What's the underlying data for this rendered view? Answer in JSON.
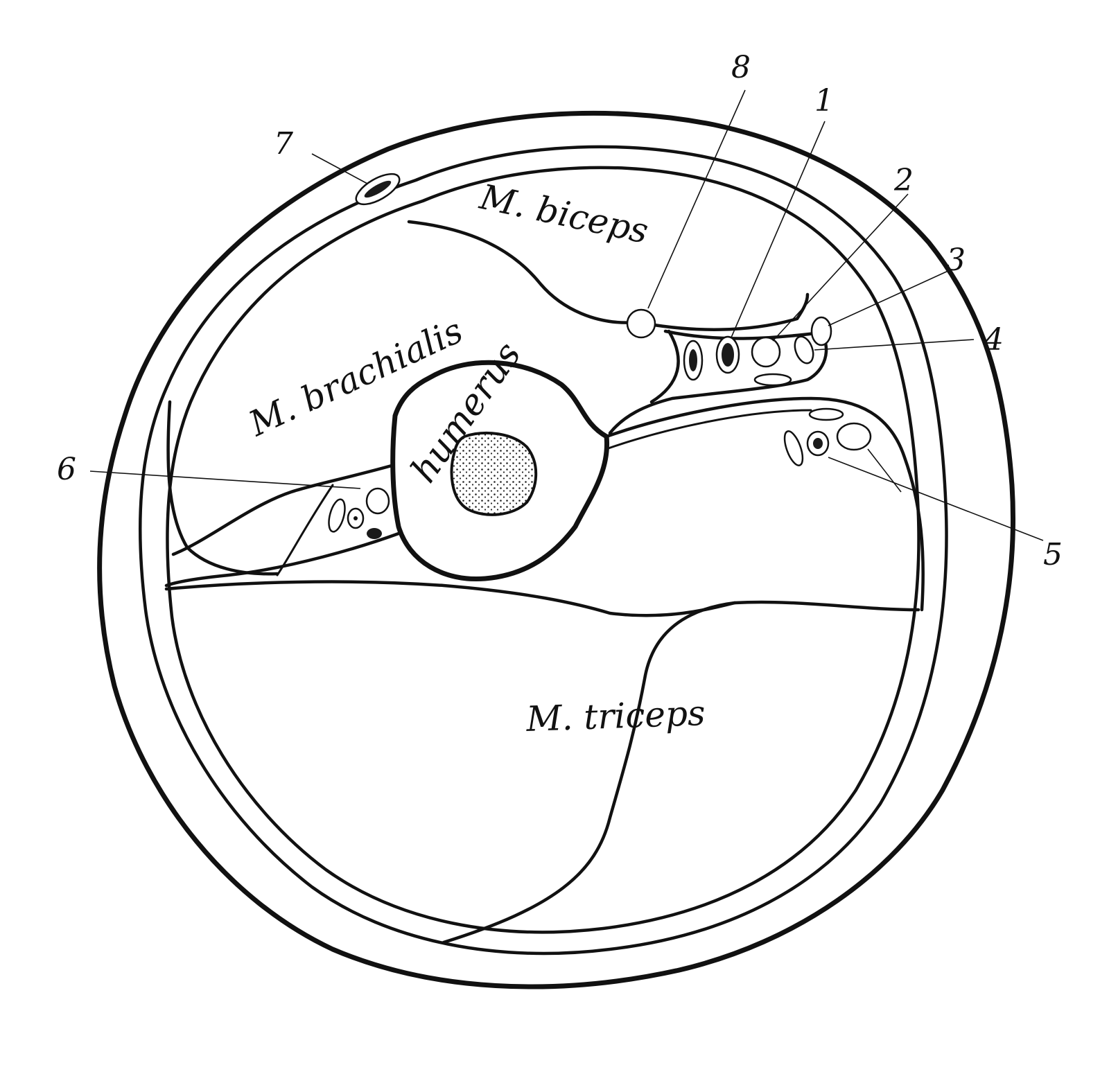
{
  "muscles": {
    "biceps": "M. biceps",
    "brachialis": "M. brachialis",
    "triceps": "M. triceps"
  },
  "bone": {
    "humerus": "humerus"
  },
  "callouts": [
    "1",
    "2",
    "3",
    "4",
    "5",
    "6",
    "7",
    "8"
  ]
}
